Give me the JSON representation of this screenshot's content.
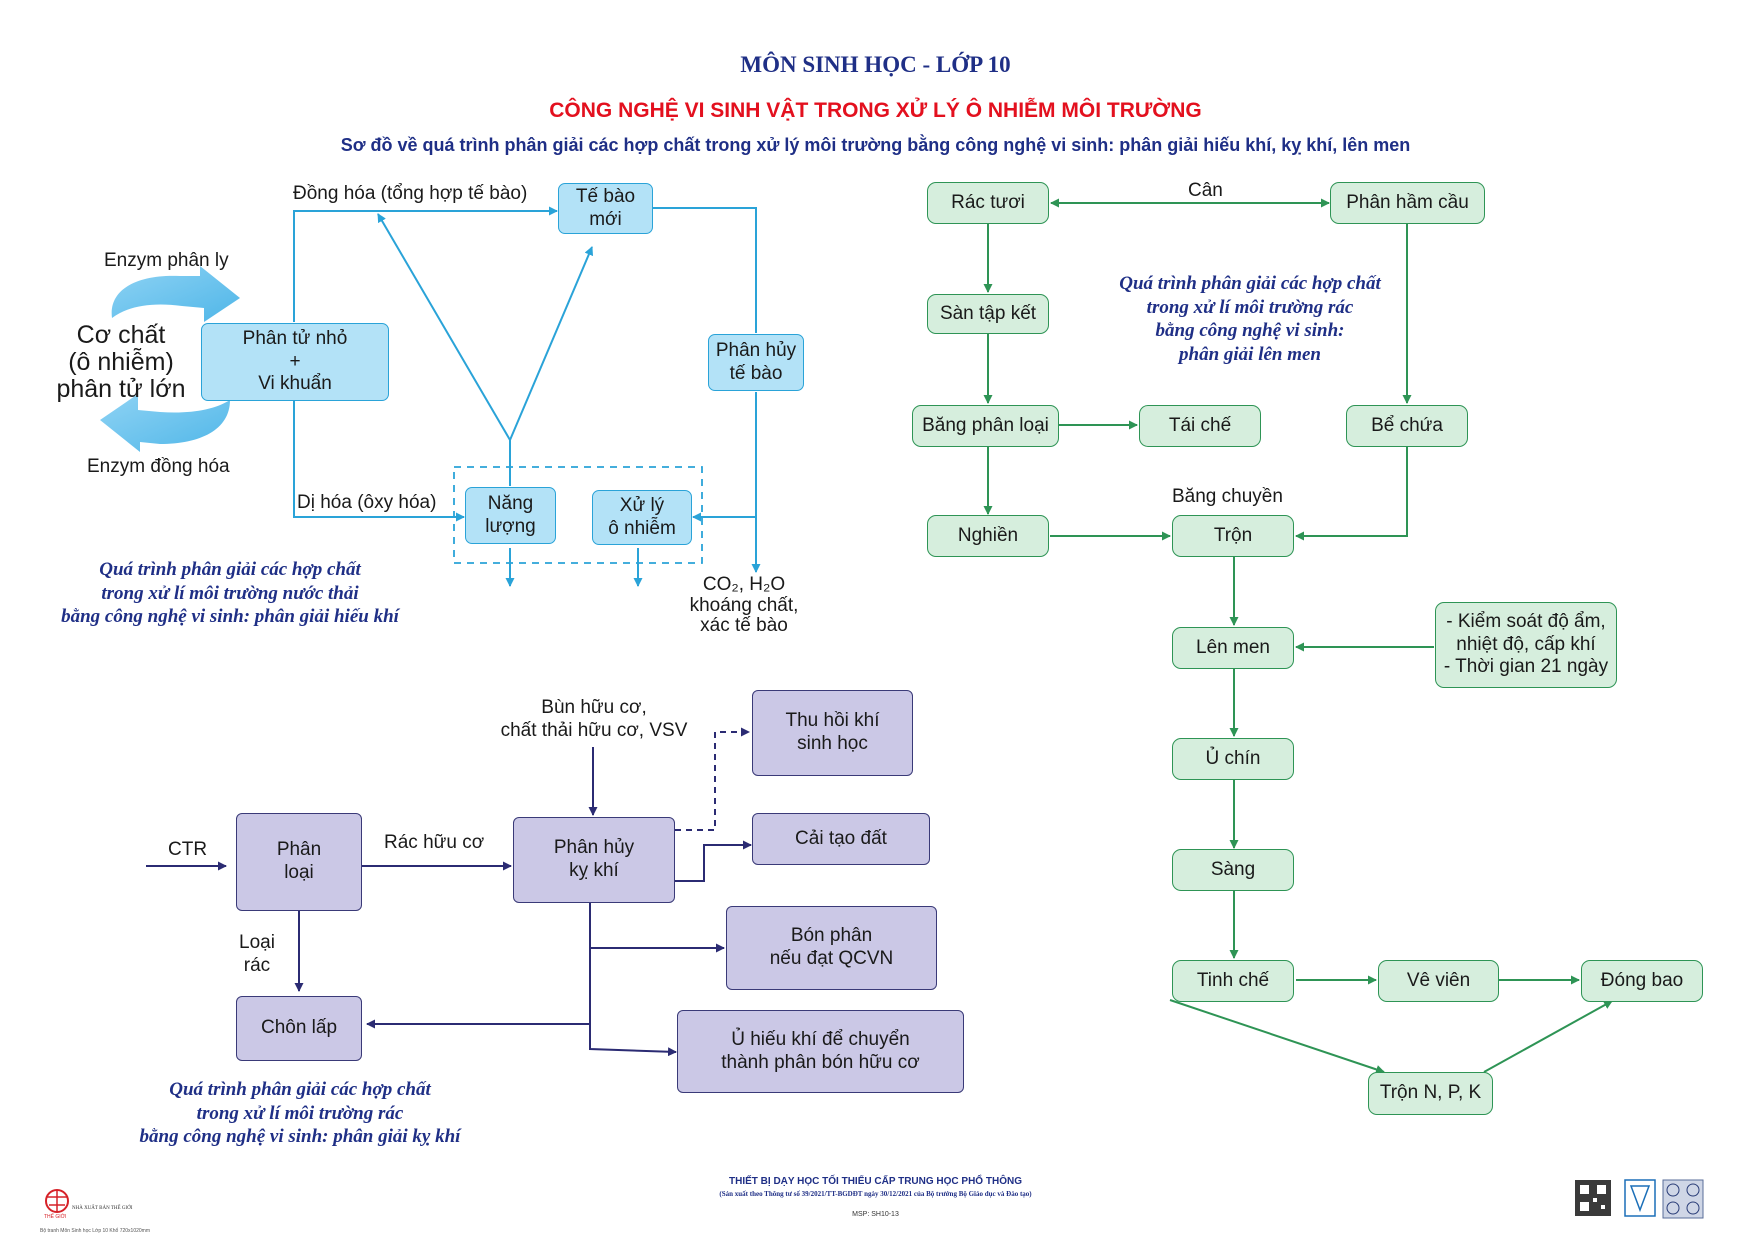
{
  "header": {
    "subject": "MÔN SINH HỌC - LỚP 10",
    "title": "CÔNG NGHỆ VI SINH VẬT TRONG XỬ LÝ Ô NHIỄM MÔI TRƯỜNG",
    "subtitle": "Sơ đồ về quá trình phân giải các hợp chất trong xử lý môi trường bằng công nghệ vi sinh: phân giải hiếu khí, kỵ khí, lên men"
  },
  "colors": {
    "title_blue": "#1f2f86",
    "title_red": "#e3101e",
    "blue_line": "#2aa3d8",
    "green_line": "#2e9455",
    "purple_line": "#2b2b73"
  },
  "aerobic": {
    "substrate": "Cơ chất\n(ô nhiễm)\nphân tử lớn",
    "enzyme_top": "Enzym phân ly",
    "enzyme_bottom": "Enzym đồng hóa",
    "molecule_box": "Phân tử nhỏ\n+\nVi khuẩn",
    "assimilation": "Đồng hóa (tổng hợp tế bào)",
    "new_cell": "Tế bào\nmới",
    "dissimilation": "Dị hóa (ôxy hóa)",
    "energy": "Năng\nlượng",
    "treatment": "Xử lý\nô nhiễm",
    "decompose": "Phân hủy\ntế bào",
    "products": "CO₂, H₂O\nkhoáng chất,\nxác tế bào",
    "caption": "Quá trình phân giải các hợp chất\ntrong xử lí môi trường nước thải\nbằng công nghệ vi sinh: phân giải hiếu khí"
  },
  "anaerobic": {
    "ctr": "CTR",
    "classify": "Phân\nloại",
    "organic_waste": "Rác hữu cơ",
    "sludge": "Bùn hữu cơ,\nchất thải hữu cơ, VSV",
    "decompose": "Phân hủy\nkỵ khí",
    "biogas": "Thu hồi khí\nsinh học",
    "soil": "Cải tạo đất",
    "fertilizer": "Bón phân\nnếu đạt QCVN",
    "compost": "Ủ hiếu khí để chuyển\nthành phân bón hữu cơ",
    "reject": "Loại\nrác",
    "landfill": "Chôn lấp",
    "caption": "Quá trình phân giải các hợp chất\ntrong xử lí môi trường rác\nbằng công nghệ vi sinh: phân giải kỵ khí"
  },
  "fermentation": {
    "fresh_waste": "Rác tươi",
    "weigh": "Cân",
    "septic": "Phân hầm cầu",
    "collection": "Sàn tập kết",
    "sorting": "Băng phân loại",
    "recycle": "Tái chế",
    "tank": "Bể chứa",
    "grind": "Nghiền",
    "conveyor": "Băng chuyền",
    "mix": "Trộn",
    "ferment": "Lên men",
    "control": "- Kiểm soát độ ẩm,\nnhiệt độ, cấp khí\n- Thời gian 21 ngày",
    "mature": "Ủ chín",
    "sieve": "Sàng",
    "refine": "Tinh chế",
    "pellet": "Vê viên",
    "pack": "Đóng bao",
    "npk": "Trộn N, P, K",
    "caption": "Quá trình phân giải các hợp chất\ntrong xử lí môi trường rác\nbằng công nghệ vi sinh:\nphân giải lên men"
  },
  "footer": {
    "equipment": "THIẾT BỊ DẠY HỌC TỐI THIỂU CẤP TRUNG HỌC PHỔ THÔNG",
    "regulation": "(Sản xuất theo Thông tư số 39/2021/TT-BGDĐT ngày 30/12/2021 của Bộ trưởng Bộ Giáo dục và Đào tạo)",
    "code": "MSP: SH10-13",
    "publisher": "NHÀ XUẤT BẢN THẾ GIỚI",
    "publisher_logo": "THẾ GIỚI",
    "print_info": "Bộ tranh Môn Sinh học Lớp 10 Khổ 720x1020mm"
  }
}
